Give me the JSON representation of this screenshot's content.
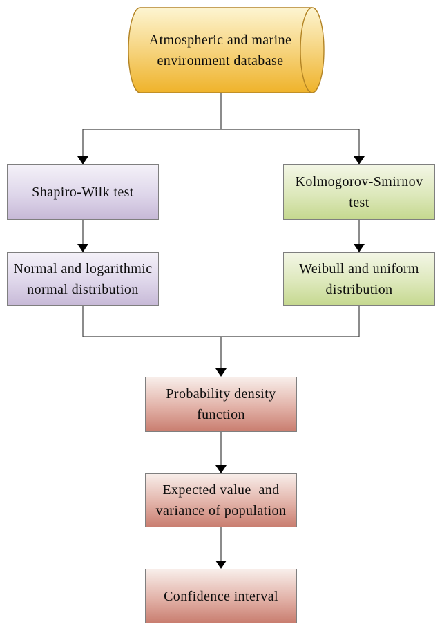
{
  "diagram_type": "flowchart",
  "nodes": {
    "database": {
      "label": "Atmospheric and marine\nenvironment database",
      "shape": "cylinder",
      "fill_top": "#fdf5d2",
      "fill_bottom": "#efb32b",
      "border": "#b38425"
    },
    "shapiro": {
      "label": "Shapiro-Wilk test",
      "shape": "rect",
      "fill_top": "#f4f1f8",
      "fill_bottom": "#c7b9d7",
      "border": "#7f7f7f"
    },
    "kolmogorov": {
      "label": "Kolmogorov-Smirnov\ntest",
      "shape": "rect",
      "fill_top": "#f3f6e6",
      "fill_bottom": "#c5d88f",
      "border": "#7f7f7f"
    },
    "normal": {
      "label": "Normal and logarithmic\nnormal distribution",
      "shape": "rect",
      "fill_top": "#f4f1f8",
      "fill_bottom": "#c7b9d7",
      "border": "#7f7f7f"
    },
    "weibull": {
      "label": "Weibull and uniform\ndistribution",
      "shape": "rect",
      "fill_top": "#f3f6e6",
      "fill_bottom": "#c5d88f",
      "border": "#7f7f7f"
    },
    "pdf": {
      "label": "Probability density\nfunction",
      "shape": "rect",
      "fill_top": "#f8eeea",
      "fill_bottom": "#c97e70",
      "border": "#7f7f7f"
    },
    "expected": {
      "label": "Expected value  and\nvariance of population",
      "shape": "rect",
      "fill_top": "#f8eeea",
      "fill_bottom": "#c97e70",
      "border": "#7f7f7f"
    },
    "confidence": {
      "label": "Confidence interval",
      "shape": "rect",
      "fill_top": "#f8eeea",
      "fill_bottom": "#c97e70",
      "border": "#7f7f7f"
    }
  },
  "edges": [
    {
      "from": "database",
      "to": "shapiro",
      "arrow": true
    },
    {
      "from": "database",
      "to": "kolmogorov",
      "arrow": true
    },
    {
      "from": "shapiro",
      "to": "normal",
      "arrow": true
    },
    {
      "from": "kolmogorov",
      "to": "weibull",
      "arrow": true
    },
    {
      "from": "normal",
      "to": "pdf",
      "arrow": true
    },
    {
      "from": "weibull",
      "to": "pdf",
      "arrow": true
    },
    {
      "from": "pdf",
      "to": "expected",
      "arrow": true
    },
    {
      "from": "expected",
      "to": "confidence",
      "arrow": true
    }
  ],
  "colors": {
    "background": "#ffffff",
    "connector": "#404040",
    "arrowhead": "#000000",
    "text": "#0d0d0d",
    "database_top": "#fdf5d2",
    "database_bottom": "#efb32b",
    "database_border": "#b38425"
  }
}
